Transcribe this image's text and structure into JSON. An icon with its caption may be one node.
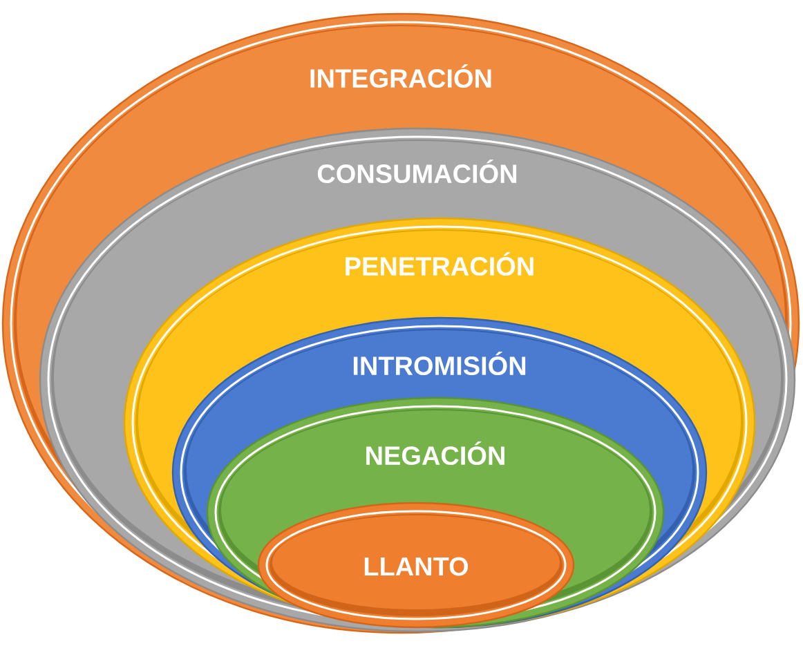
{
  "diagram": {
    "nodes": [
      {
        "text": [
          "INTEGRACIÓN"
        ]
      },
      {
        "text": [
          "CONSUMACIÓN"
        ],
        "in": 0
      },
      {
        "text": [
          "PENETRACIÓN"
        ],
        "in": 1
      },
      {
        "text": [
          "INTROMISIÓN"
        ],
        "in": 2
      },
      {
        "text": [
          "NEGACIÓN"
        ],
        "in": 3
      },
      {
        "text": [
          "LLANTO"
        ],
        "in": 4
      }
    ]
  }
}
